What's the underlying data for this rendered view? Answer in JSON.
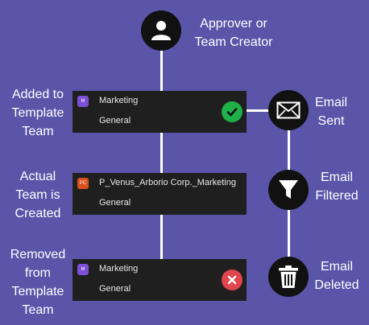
{
  "top_node": {
    "label_line1": "Approver or",
    "label_line2": "Team Creator",
    "icon": "user-icon"
  },
  "stages": [
    {
      "label_lines": [
        "Added to",
        "Template",
        "Team"
      ],
      "team": {
        "avatar_text": "M",
        "name": "Marketing",
        "channel": "General",
        "avatar_color": "#7b4fd6"
      },
      "status_icon": "check-icon",
      "status_color": "#1fb04a"
    },
    {
      "label_lines": [
        "Actual",
        "Team is",
        "Created"
      ],
      "team": {
        "avatar_text": "PC",
        "name": "P_Venus_Arborio Corp._Marketing",
        "channel": "General",
        "avatar_color": "#d94f1e"
      }
    },
    {
      "label_lines": [
        "Removed",
        "from",
        "Template",
        "Team"
      ],
      "team": {
        "avatar_text": "M",
        "name": "Marketing",
        "channel": "General",
        "avatar_color": "#7b4fd6"
      },
      "status_icon": "close-icon",
      "status_color": "#e0464e"
    }
  ],
  "email_nodes": [
    {
      "label_line1": "Email",
      "label_line2": "Sent",
      "icon": "envelope-icon"
    },
    {
      "label_line1": "Email",
      "label_line2": "Filtered",
      "icon": "filter-icon"
    },
    {
      "label_line1": "Email",
      "label_line2": "Deleted",
      "icon": "trash-icon"
    }
  ],
  "colors": {
    "background": "#5a55a8",
    "node": "#111111",
    "card": "#1f1f1f",
    "line": "#ffffff"
  }
}
